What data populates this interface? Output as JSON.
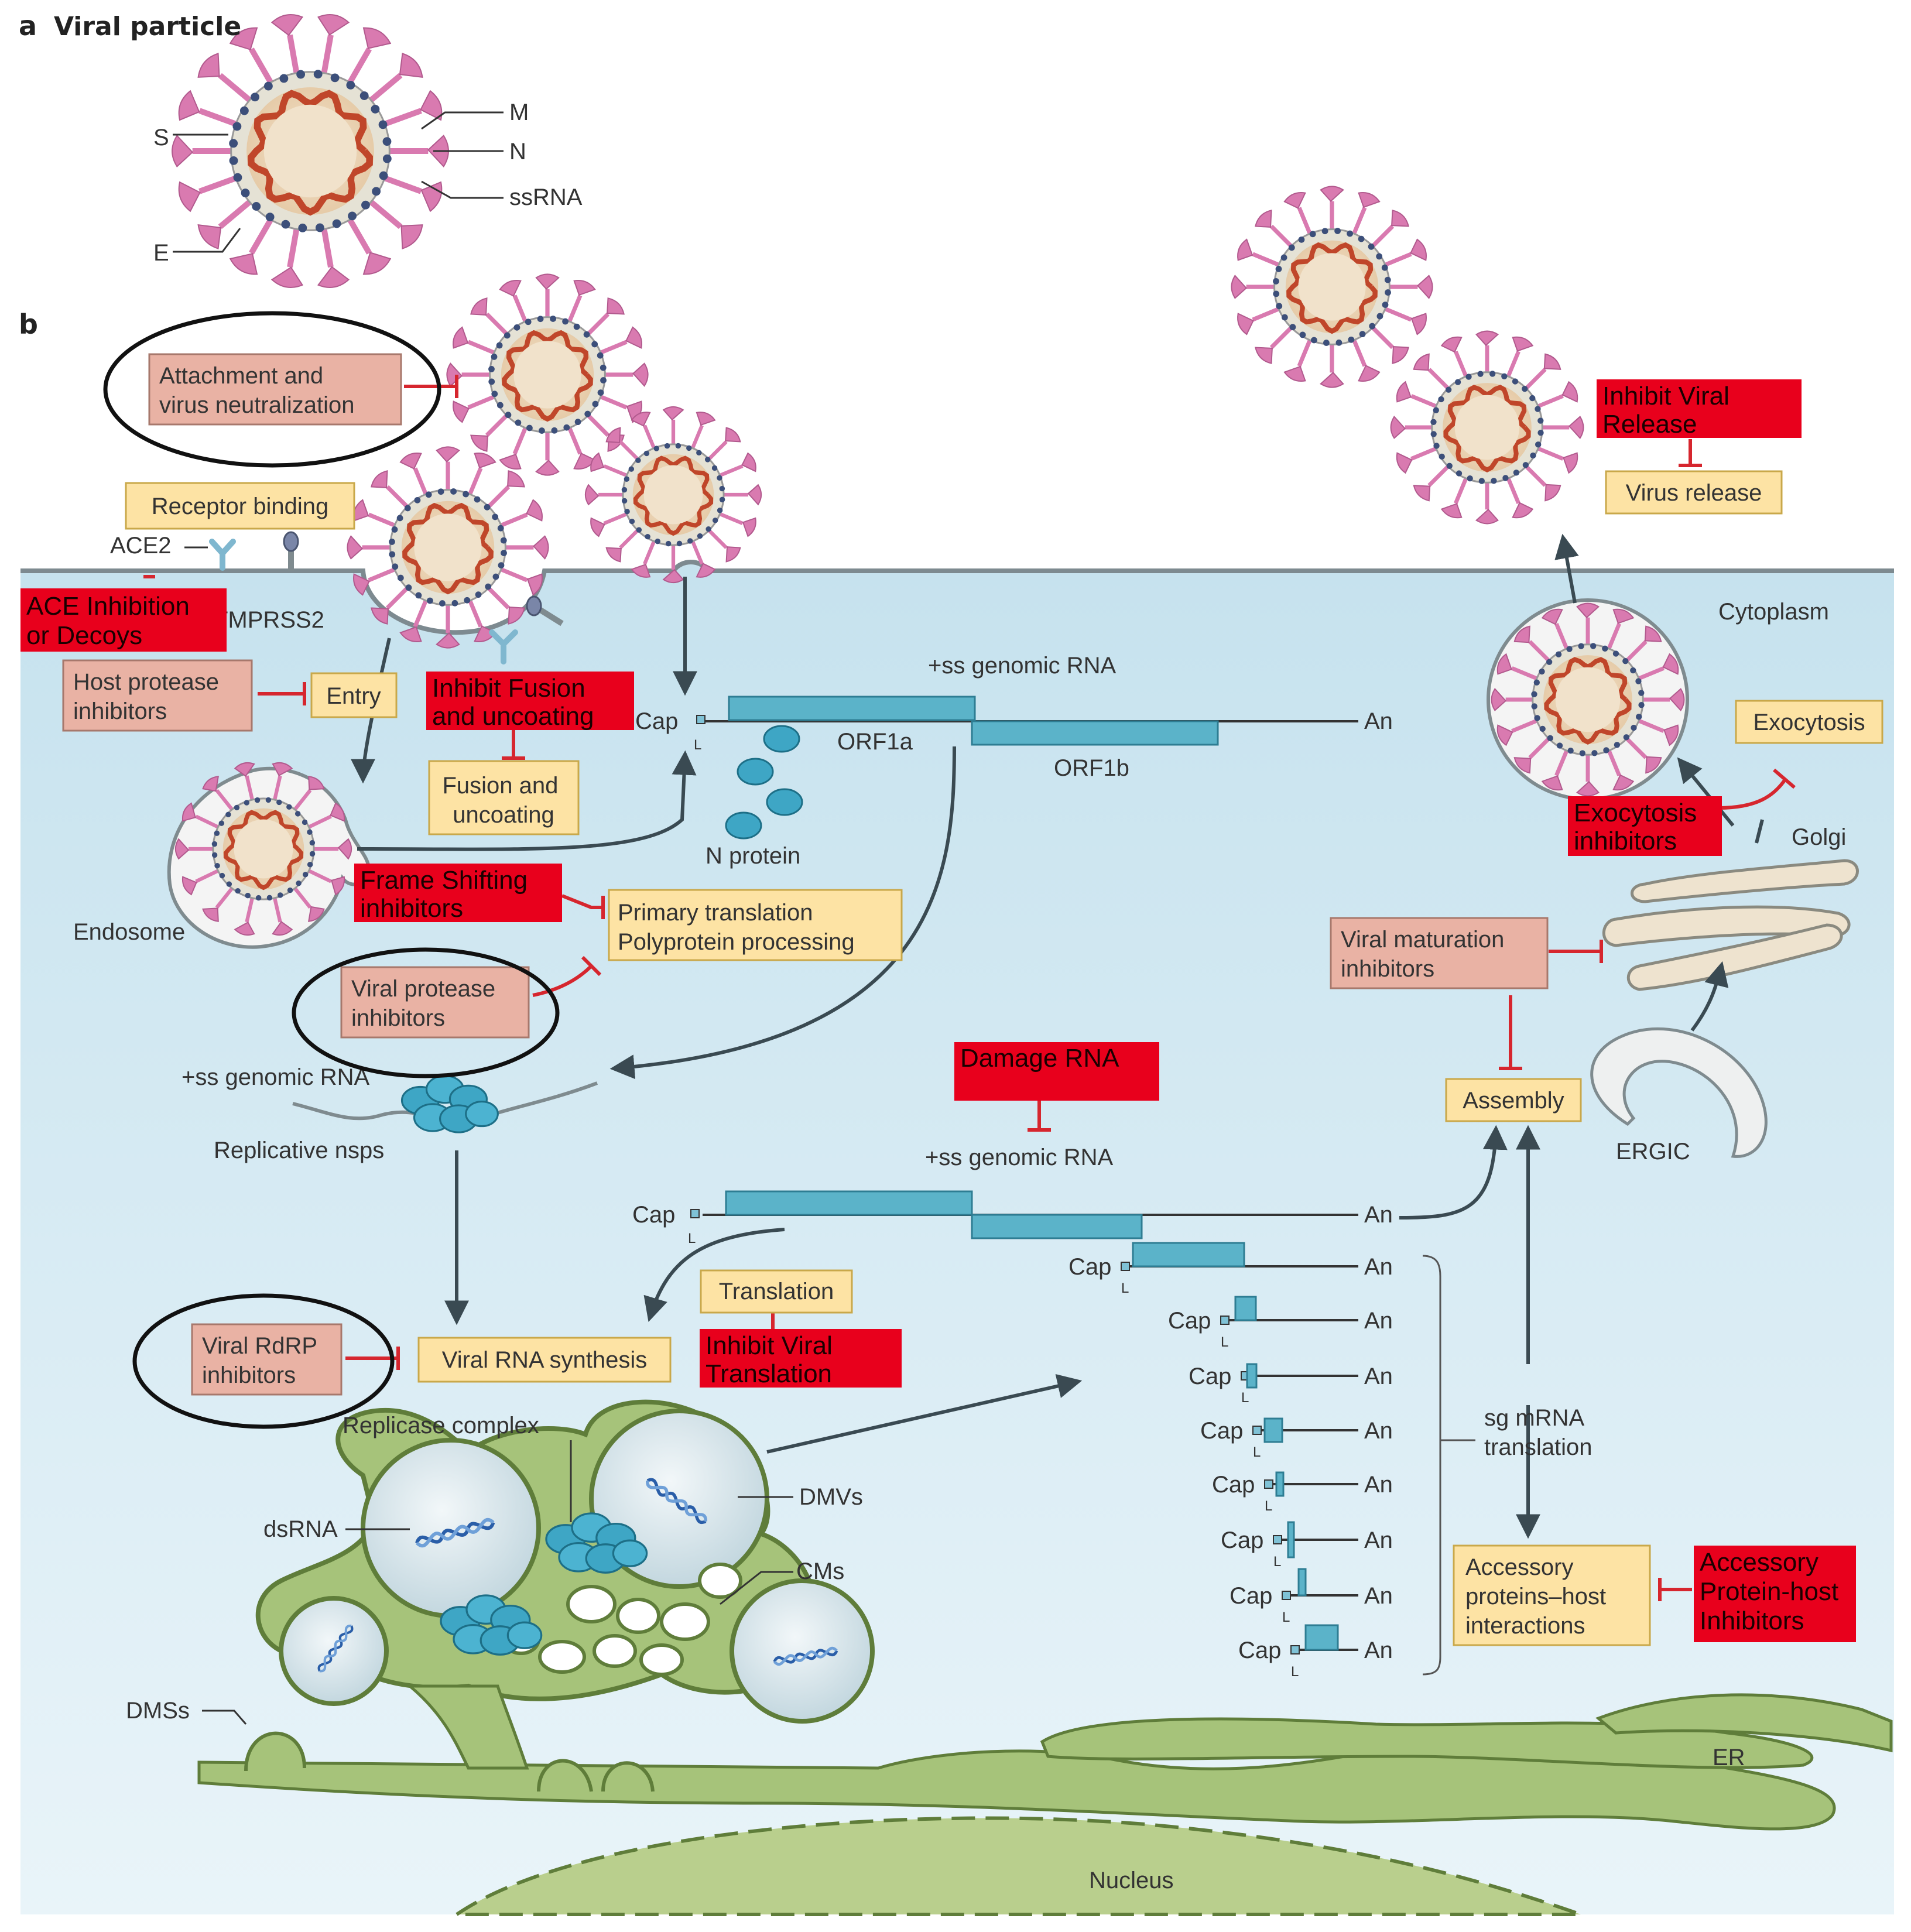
{
  "panel_a": {
    "letter": "a",
    "title": "Viral particle",
    "labels": {
      "s": "S",
      "e": "E",
      "m": "M",
      "n": "N",
      "ssrna": "ssRNA"
    }
  },
  "panel_b": {
    "letter": "b"
  },
  "membrane_labels": {
    "ace2": "ACE2",
    "tmprss2": "TMPRSS2",
    "cytoplasm": "Cytoplasm",
    "endosome": "Endosome",
    "golgi": "Golgi",
    "ergic": "ERGIC",
    "er": "ER",
    "nucleus": "Nucleus"
  },
  "process_boxes": {
    "receptor_binding": "Receptor binding",
    "entry": "Entry",
    "fusion_uncoating": [
      "Fusion and",
      "uncoating"
    ],
    "primary_translation": [
      "Primary translation",
      "Polyprotein processing"
    ],
    "viral_rna_synthesis": "Viral RNA synthesis",
    "translation": "Translation",
    "assembly": "Assembly",
    "virus_release": "Virus release",
    "exocytosis": "Exocytosis",
    "accessory_interactions": [
      "Accessory",
      "proteins–host",
      "interactions"
    ]
  },
  "inhibitor_boxes": {
    "attachment_neutralization": [
      "Attachment and",
      "virus neutralization"
    ],
    "host_protease": [
      "Host protease",
      "inhibitors"
    ],
    "viral_protease": [
      "Viral protease",
      "inhibitors"
    ],
    "viral_rdrp": [
      "Viral RdRP",
      "inhibitors"
    ],
    "viral_maturation": [
      "Viral maturation",
      "inhibitors"
    ]
  },
  "red_annotations": {
    "ace_inhibition": [
      "ACE Inhibition",
      "or Decoys"
    ],
    "inhibit_fusion": [
      "Inhibit Fusion",
      "and uncoating"
    ],
    "frame_shifting": [
      "Frame Shifting",
      "inhibitors"
    ],
    "damage_rna": [
      "Damage RNA"
    ],
    "inhibit_translation": [
      "Inhibit Viral",
      "Translation"
    ],
    "inhibit_release": [
      "Inhibit Viral",
      "Release"
    ],
    "exocytosis_inhibitors": [
      "Exocytosis",
      "inhibitors"
    ],
    "accessory_host_inhibitors": [
      "Accessory",
      "Protein-host",
      "Inhibitors"
    ]
  },
  "rna_labels": {
    "genomic_rna_top": "+ss genomic RNA",
    "genomic_rna_mid": "+ss genomic RNA",
    "genomic_rna_repl": "+ss genomic RNA",
    "cap": "Cap",
    "leader": "L",
    "polya": "An",
    "orf1a": "ORF1a",
    "orf1b": "ORF1b",
    "n_protein": "N protein",
    "replicative_nsps": "Replicative nsps",
    "sg_mrna": [
      "sg mRNA",
      "translation"
    ]
  },
  "replication_labels": {
    "replicase_complex": "Replicase complex",
    "dsrna": "dsRNA",
    "dmvs": "DMVs",
    "cms": "CMs",
    "dmss": "DMSs"
  },
  "colors": {
    "cytoplasm": "#d4e9f2",
    "process_box": "#fde3a4",
    "inhibitor_box": "#e9b2a4",
    "red_annotation": "#e8001c",
    "inhibit_line": "#d6262e",
    "rna_bar": "#5bb3c9",
    "spike": "#d97ab0",
    "er_green": "#a6c37a",
    "nsp_blue": "#3ea6c5"
  }
}
